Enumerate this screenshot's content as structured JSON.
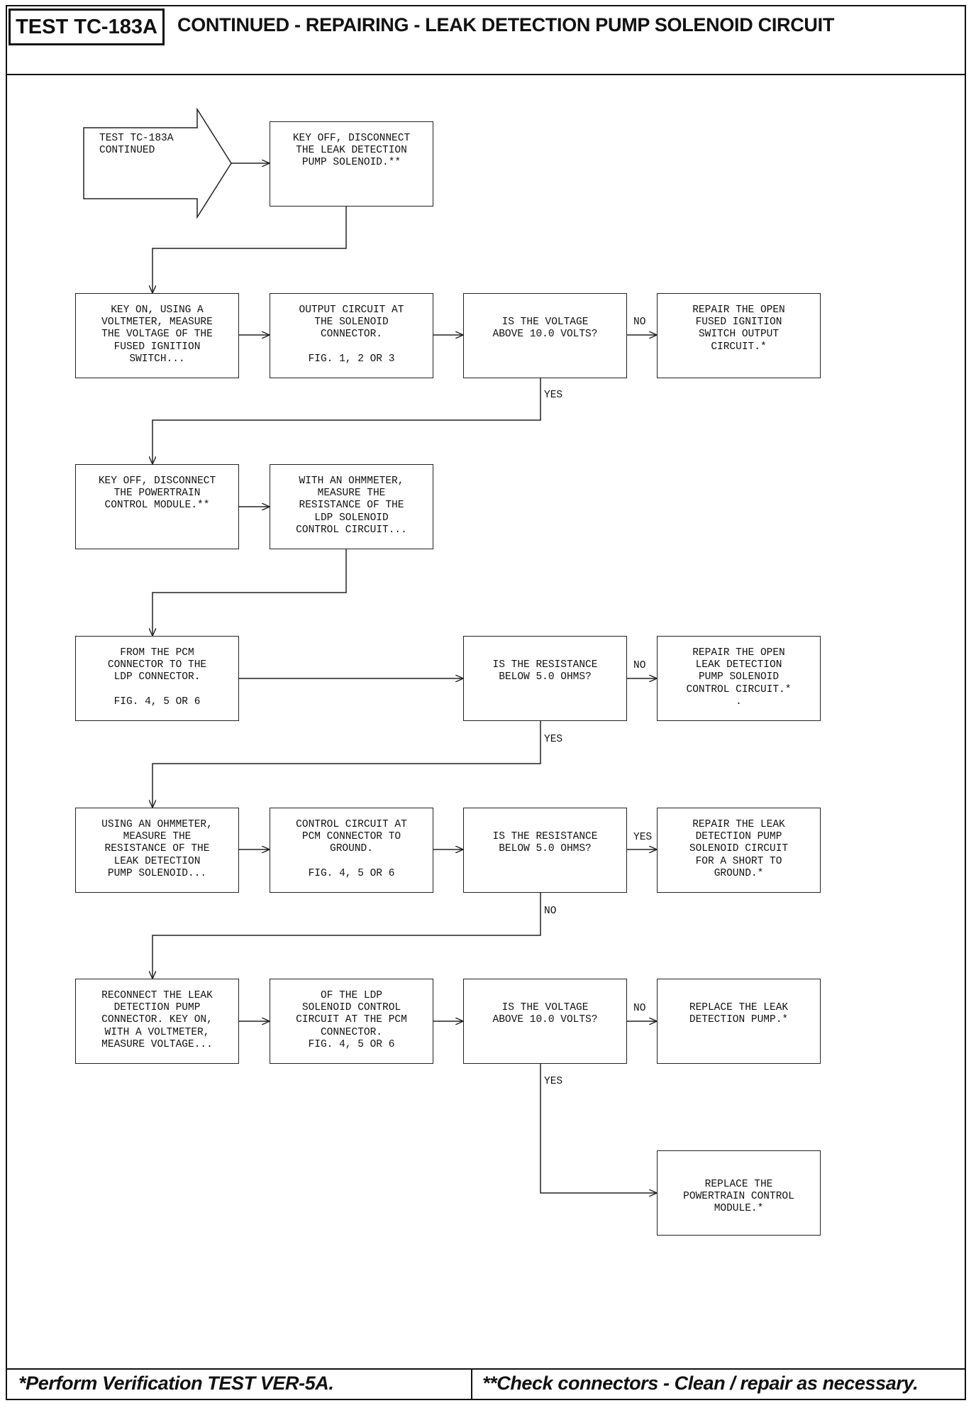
{
  "header": {
    "test_id": "TEST TC-183A",
    "title": "CONTINUED - REPAIRING - LEAK DETECTION PUMP SOLENOID CIRCUIT"
  },
  "footer": {
    "left": "*Perform Verification TEST VER-5A.",
    "right": "**Check connectors - Clean / repair as necessary."
  },
  "flow": {
    "start": "TEST TC-183A\nCONTINUED",
    "b1": "KEY OFF, DISCONNECT\nTHE LEAK DETECTION\nPUMP SOLENOID.**",
    "r1a": "KEY ON, USING A\nVOLTMETER, MEASURE\nTHE VOLTAGE OF THE\nFUSED IGNITION\nSWITCH...",
    "r1b": "OUTPUT CIRCUIT AT\nTHE SOLENOID\nCONNECTOR.\n\nFIG. 1, 2 OR 3",
    "r1c": "IS THE VOLTAGE\nABOVE 10.0 VOLTS?",
    "r1d": "REPAIR THE OPEN\nFUSED IGNITION\nSWITCH OUTPUT\nCIRCUIT.*",
    "r2a": "KEY OFF, DISCONNECT\nTHE POWERTRAIN\nCONTROL MODULE.**",
    "r2b": "WITH AN OHMMETER,\nMEASURE THE\nRESISTANCE OF THE\nLDP SOLENOID\nCONTROL CIRCUIT...",
    "r3a": "FROM THE PCM\nCONNECTOR TO THE\nLDP CONNECTOR.\n\nFIG. 4, 5 OR 6",
    "r3c": "IS THE RESISTANCE\nBELOW 5.0 OHMS?",
    "r3d": "REPAIR THE OPEN\nLEAK DETECTION\nPUMP SOLENOID\nCONTROL CIRCUIT.*\n.",
    "r4a": "USING AN OHMMETER,\nMEASURE THE\nRESISTANCE OF THE\nLEAK DETECTION\nPUMP SOLENOID...",
    "r4b": "CONTROL CIRCUIT AT\nPCM CONNECTOR TO\nGROUND.\n\nFIG. 4, 5 OR 6",
    "r4c": "IS THE RESISTANCE\nBELOW 5.0 OHMS?",
    "r4d": "REPAIR THE LEAK\nDETECTION PUMP\nSOLENOID CIRCUIT\nFOR A SHORT TO\nGROUND.*",
    "r5a": "RECONNECT THE LEAK\nDETECTION PUMP\nCONNECTOR. KEY ON,\nWITH A VOLTMETER,\nMEASURE VOLTAGE...",
    "r5b": "OF THE LDP\nSOLENOID CONTROL\nCIRCUIT AT THE PCM\nCONNECTOR.\nFIG. 4, 5 OR 6",
    "r5c": "IS THE VOLTAGE\nABOVE 10.0 VOLTS?",
    "r5d": "REPLACE THE LEAK\nDETECTION PUMP.*",
    "r6d": "REPLACE THE\nPOWERTRAIN CONTROL\nMODULE.*"
  },
  "labels": {
    "no1": "NO",
    "yes1": "YES",
    "no2": "NO",
    "yes2": "YES",
    "yes3": "YES",
    "no3": "NO",
    "no4": "NO",
    "yes4": "YES"
  }
}
